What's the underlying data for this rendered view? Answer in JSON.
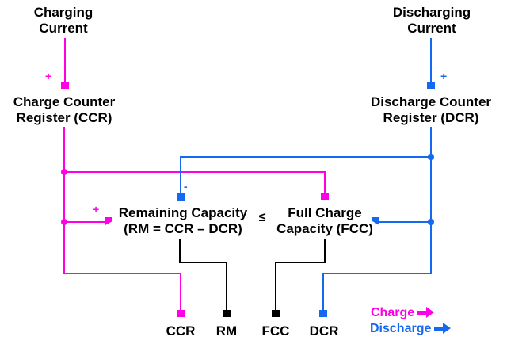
{
  "colors": {
    "charge": "#FF00E6",
    "discharge": "#1569F0",
    "ink": "#000000",
    "background": "#FFFFFF"
  },
  "nodes": {
    "charging_current": "Charging\nCurrent",
    "discharging_current": "Discharging\nCurrent",
    "charge_counter_register": "Charge Counter\nRegister (CCR)",
    "discharge_counter_register": "Discharge Counter\nRegister (DCR)",
    "remaining_capacity": "Remaining Capacity\n(RM = CCR – DCR)",
    "comparator": "≤",
    "full_charge_capacity": "Full Charge\nCapacity (FCC)"
  },
  "signs": {
    "charge_input_plus": "+",
    "discharge_input_plus": "+",
    "remaining_minus": "-",
    "remaining_plus": "+"
  },
  "outputs": {
    "ccr": "CCR",
    "rm": "RM",
    "fcc": "FCC",
    "dcr": "DCR"
  },
  "legend": {
    "charge_label": "Charge",
    "discharge_label": "Discharge",
    "charge_icon": "arrow-right-icon",
    "discharge_icon": "arrow-right-icon"
  }
}
